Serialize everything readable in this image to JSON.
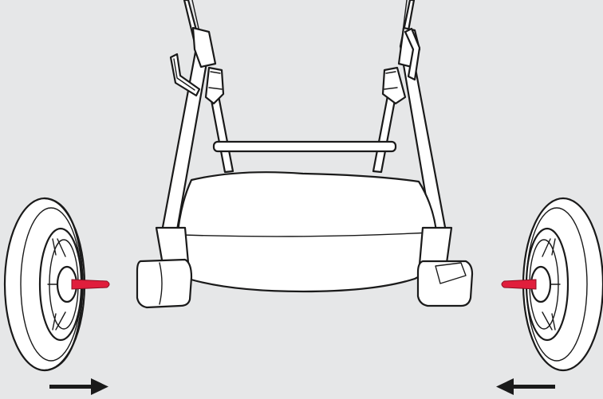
{
  "figure": {
    "background_color": "#e6e7e8",
    "line_color": "#1a1a1a",
    "fill_color": "#ffffff",
    "axle_color": "#e01e3c",
    "arrow_color": "#1a1a1a"
  },
  "parts": {
    "stroller_frame": "stroller-frame",
    "left_wheel": "rear-wheel-left",
    "right_wheel": "rear-wheel-right",
    "left_arrow_direction": "right",
    "right_arrow_direction": "left"
  }
}
